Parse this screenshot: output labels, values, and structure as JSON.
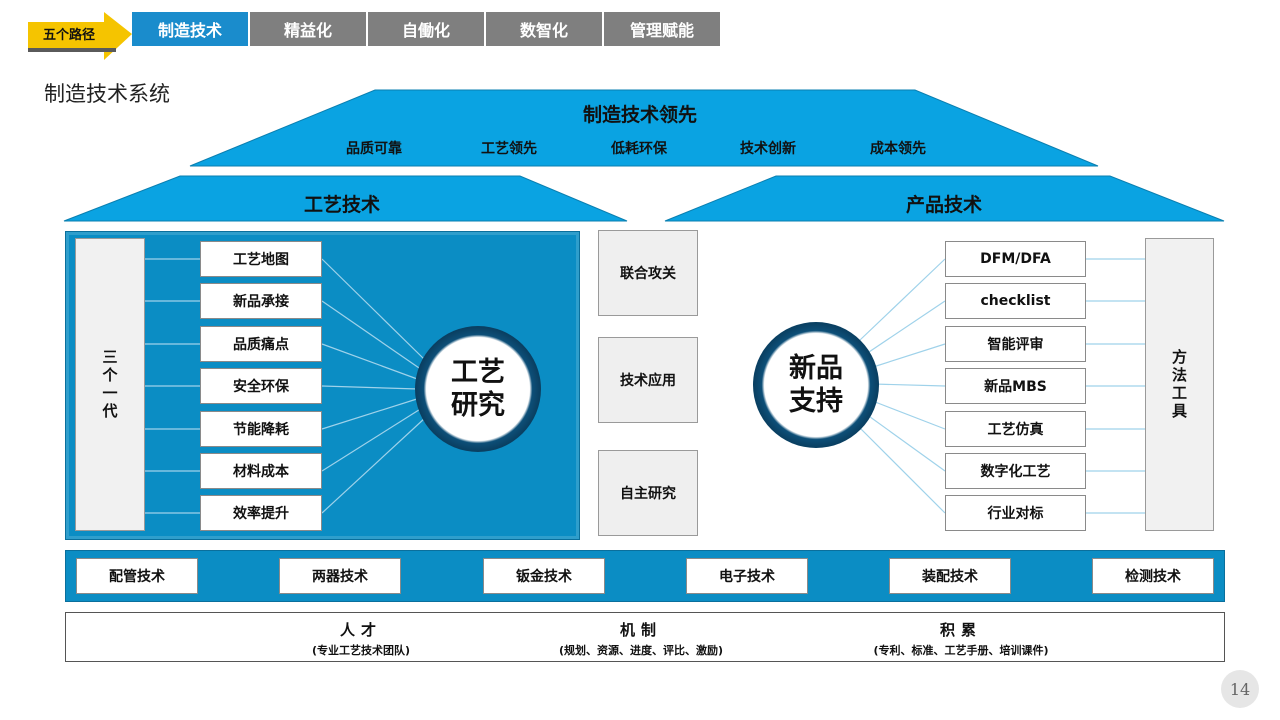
{
  "nav": {
    "badge": "五个路径",
    "tabs": [
      "制造技术",
      "精益化",
      "自働化",
      "数智化",
      "管理赋能"
    ],
    "active_index": 0
  },
  "page_title": "制造技术系统",
  "roof": {
    "title": "制造技术领先",
    "items": [
      "品质可靠",
      "工艺领先",
      "低耗环保",
      "技术创新",
      "成本领先"
    ]
  },
  "left": {
    "roof_title": "工艺技术",
    "side_label": "三个一代",
    "hub": [
      "工艺",
      "研究"
    ],
    "items": [
      "工艺地图",
      "新品承接",
      "品质痛点",
      "安全环保",
      "节能降耗",
      "材料成本",
      "效率提升"
    ]
  },
  "middle": {
    "boxes": [
      "联合攻关",
      "技术应用",
      "自主研究"
    ]
  },
  "right": {
    "roof_title": "产品技术",
    "side_label": "方法工具",
    "hub": [
      "新品",
      "支持"
    ],
    "items": [
      "DFM/DFA",
      "checklist",
      "智能评审",
      "新品MBS",
      "工艺仿真",
      "数字化工艺",
      "行业对标"
    ]
  },
  "bottom_techs": [
    "配管技术",
    "两器技术",
    "钣金技术",
    "电子技术",
    "装配技术",
    "检测技术"
  ],
  "foundation": [
    {
      "title": "人才",
      "subtitle": "(专业工艺技术团队)"
    },
    {
      "title": "机制",
      "subtitle": "(规划、资源、进度、评比、激励)"
    },
    {
      "title": "积累",
      "subtitle": "(专利、标准、工艺手册、培训课件)"
    }
  ],
  "page_number": "14",
  "colors": {
    "primary_blue": "#0b8dc4",
    "roof_blue": "#0aa3e2",
    "tab_gray": "#7f7f7f",
    "badge_gold": "#f5c400"
  }
}
